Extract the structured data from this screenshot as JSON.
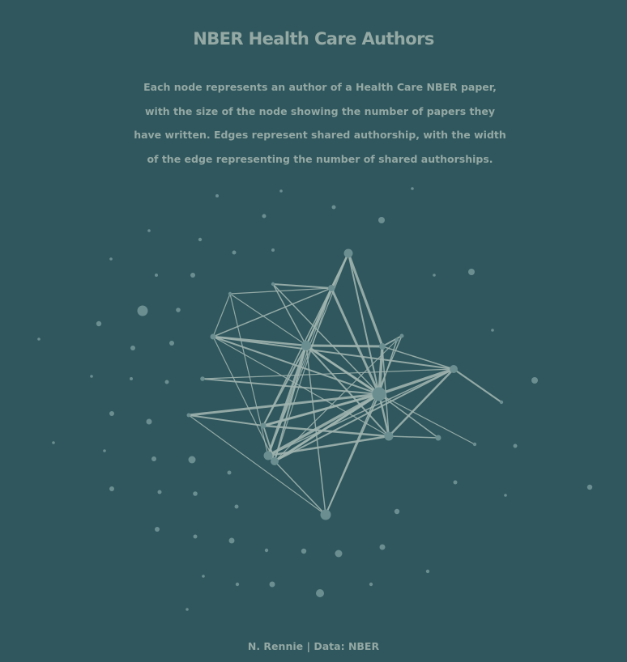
{
  "title": "NBER Health Care Authors",
  "subtitle": "Each node represents an author of a Health Care NBER paper, with the size of the node showing the number of papers they have written. Edges represent shared authorship, with the width of the edge representing the number of shared authorships.",
  "caption": "N. Rennie | Data: NBER",
  "colors": {
    "background": "#2f575d",
    "text": "#94a8a4",
    "node": "#6b8e91",
    "edge": "#9fb3ae"
  }
}
